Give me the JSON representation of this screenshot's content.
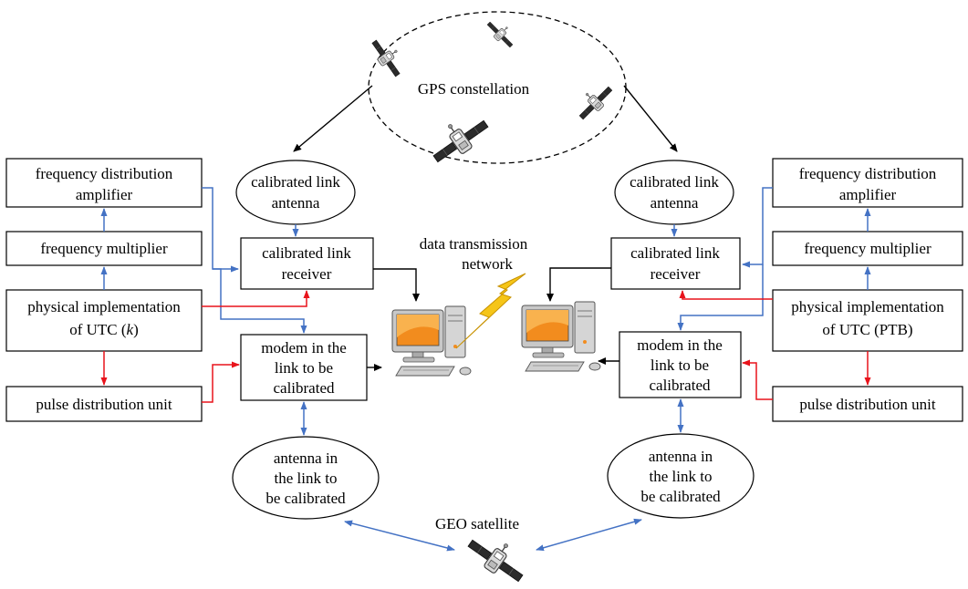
{
  "gps": {
    "label": "GPS constellation"
  },
  "geo": {
    "label": "GEO satellite"
  },
  "network": {
    "line1": "data transmission",
    "line2": "network"
  },
  "left": {
    "freq_dist": {
      "line1": "frequency distribution",
      "line2": "amplifier"
    },
    "freq_mult": {
      "line1": "frequency multiplier"
    },
    "utc": {
      "line1": "physical implementation",
      "line2_pre": "of UTC (",
      "line2_k": "k",
      "line2_post": ")"
    },
    "pulse": {
      "line1": "pulse distribution unit"
    },
    "cal_antenna": {
      "line1": "calibrated link",
      "line2": "antenna"
    },
    "cal_receiver": {
      "line1": "calibrated link",
      "line2": "receiver"
    },
    "modem": {
      "line1": "modem in the",
      "line2": "link to be",
      "line3": "calibrated"
    },
    "antenna": {
      "line1": "antenna in",
      "line2": "the link to",
      "line3": "be calibrated"
    }
  },
  "right": {
    "freq_dist": {
      "line1": "frequency distribution",
      "line2": "amplifier"
    },
    "freq_mult": {
      "line1": "frequency multiplier"
    },
    "utc": {
      "line1": "physical implementation",
      "line2": "of UTC (PTB)"
    },
    "pulse": {
      "line1": "pulse distribution unit"
    },
    "cal_antenna": {
      "line1": "calibrated link",
      "line2": "antenna"
    },
    "cal_receiver": {
      "line1": "calibrated link",
      "line2": "receiver"
    },
    "modem": {
      "line1": "modem in the",
      "line2": "link to be",
      "line3": "calibrated"
    },
    "antenna": {
      "line1": "antenna in",
      "line2": "the link to",
      "line3": "be calibrated"
    }
  },
  "colors": {
    "blue": "#4472C4",
    "red": "#E8131B",
    "black": "#000000",
    "lightning": "#F5C518"
  },
  "icons": [
    "satellite-icon",
    "computer-icon",
    "lightning-icon"
  ]
}
